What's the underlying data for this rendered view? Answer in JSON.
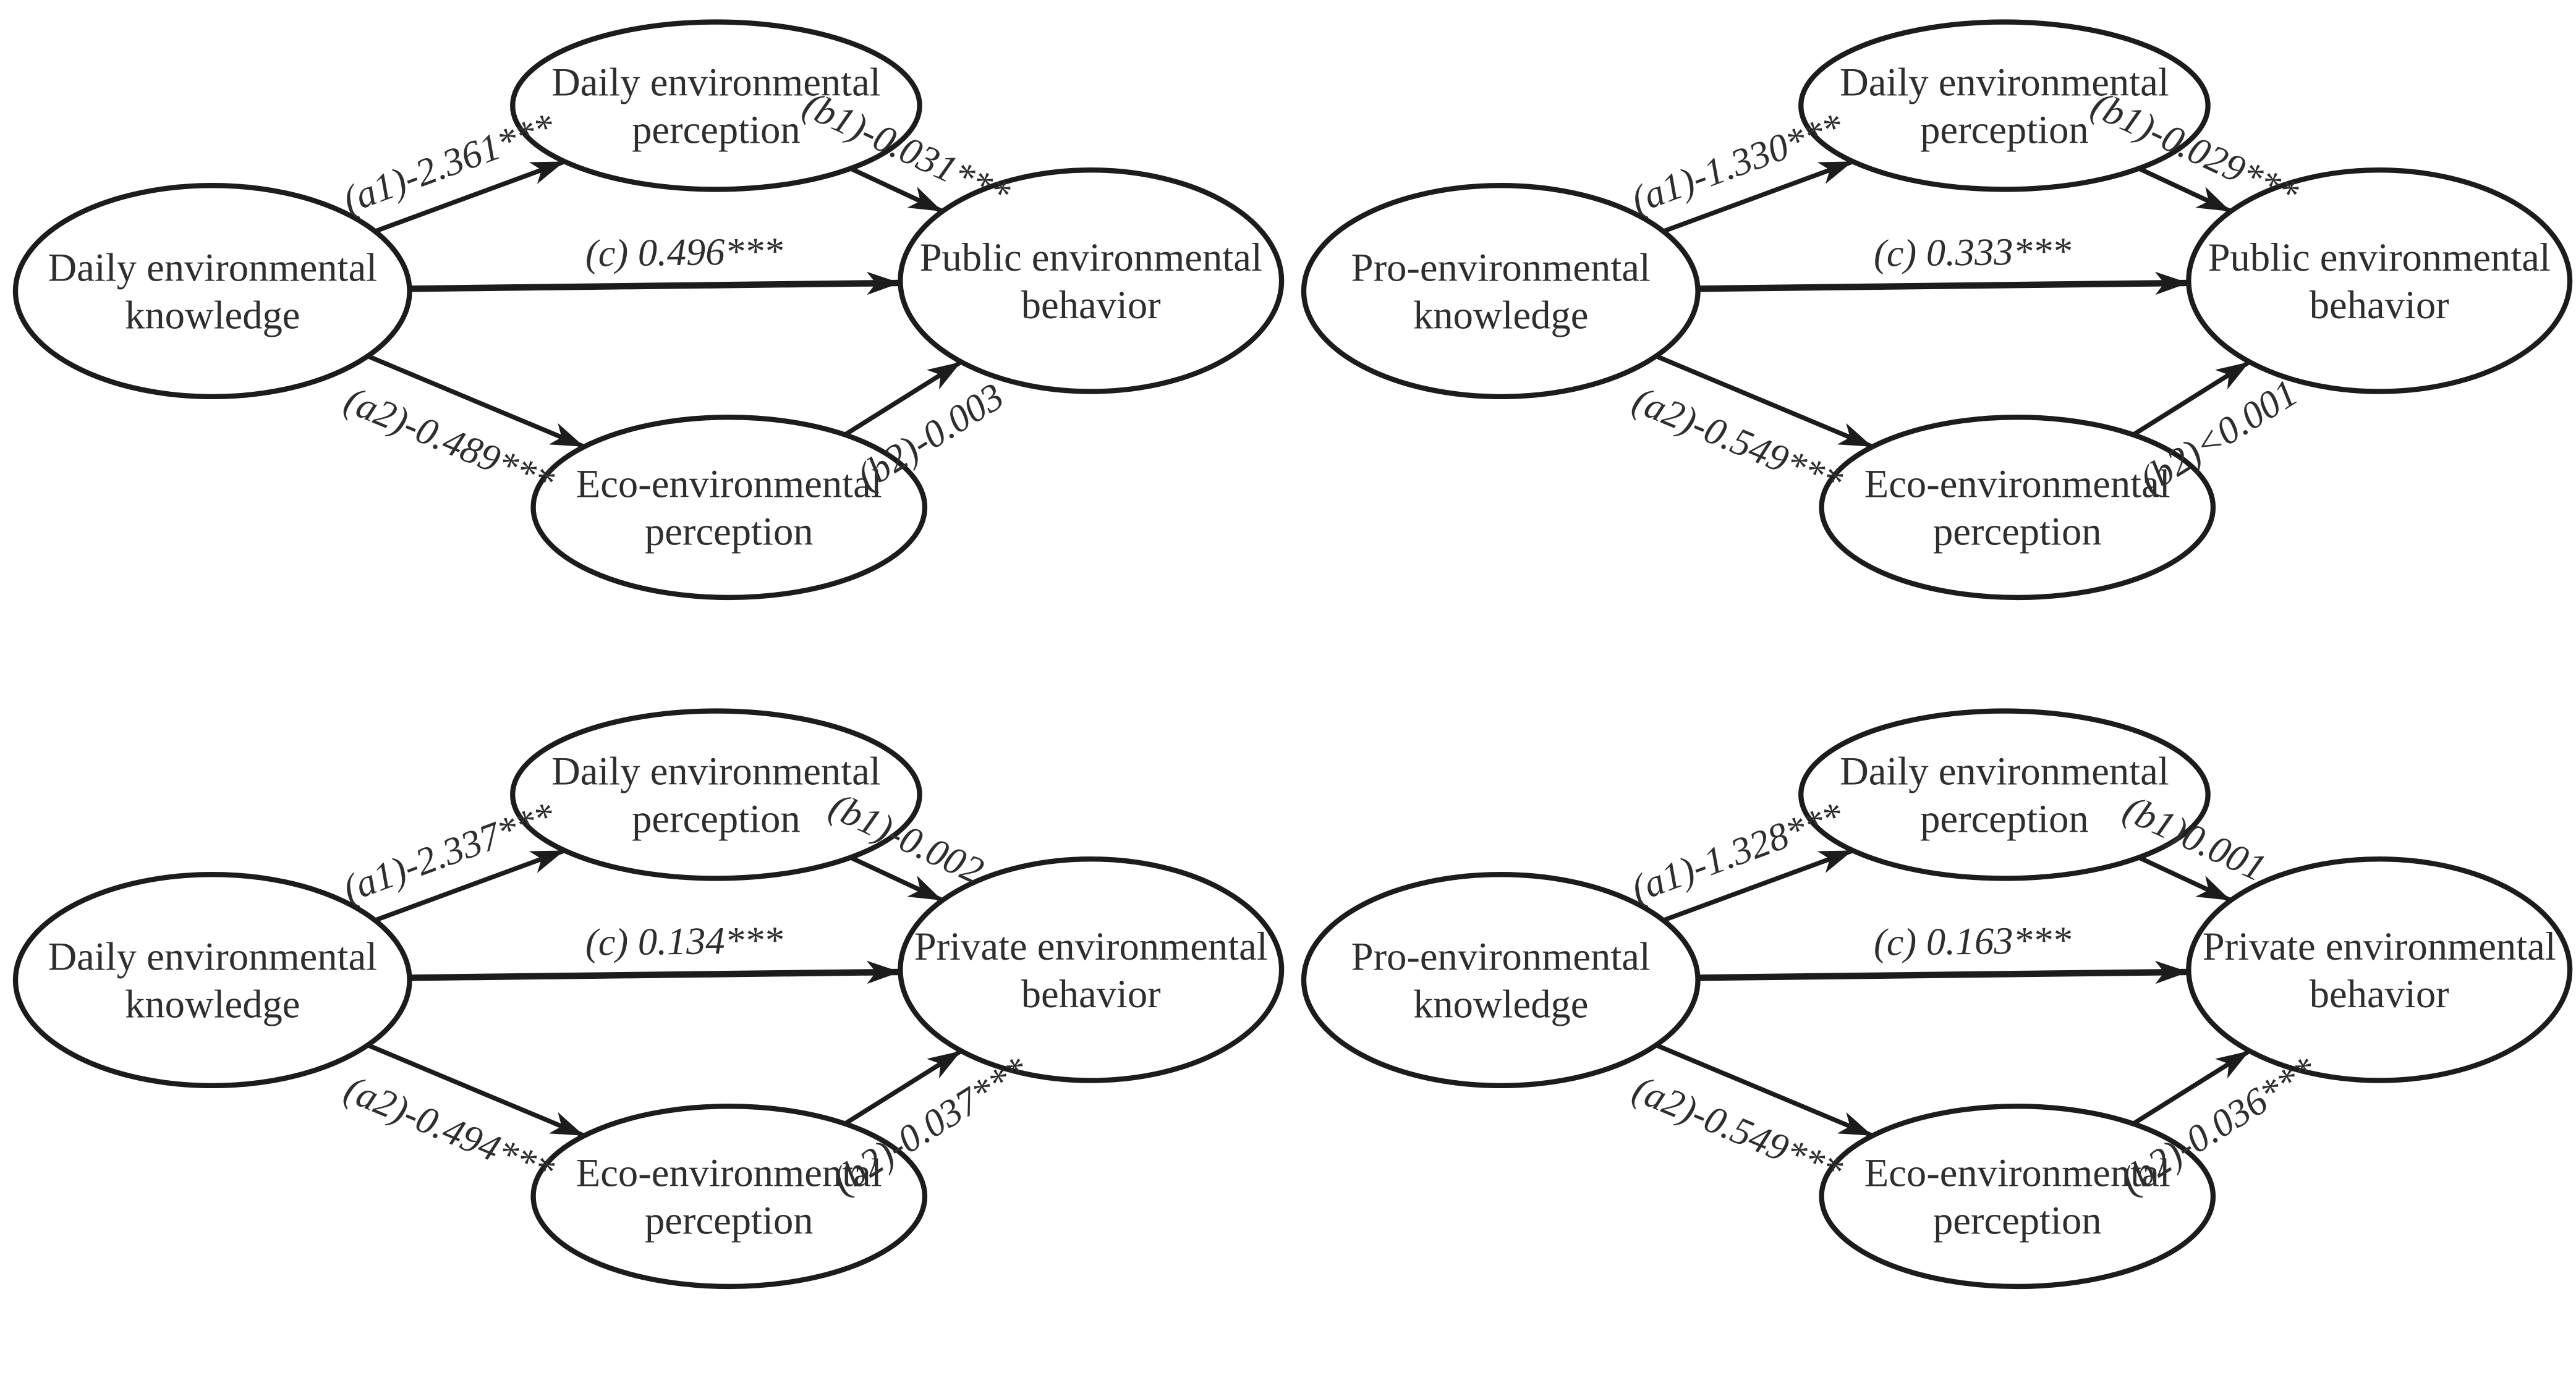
{
  "figure": {
    "kind": "mediation-path-model-grid",
    "colors": {
      "stroke": "#1c1c1c",
      "text": "#2e2e2e",
      "background": "#ffffff"
    },
    "node_roles": [
      "predictor",
      "mediator-top",
      "mediator-bottom",
      "outcome"
    ]
  },
  "diagram": {
    "models": [
      {
        "position": "top-left",
        "nodes": {
          "predictor": [
            "Daily environmental",
            "knowledge"
          ],
          "mtop": [
            "Daily environmental",
            "perception"
          ],
          "mbot": [
            "Eco-environmental",
            "perception"
          ],
          "outcome": [
            "Public environmental",
            "behavior"
          ]
        },
        "paths": {
          "a1": "(a1)-2.361***",
          "b1": "(b1)-0.031***",
          "c": "(c) 0.496***",
          "a2": "(a2)-0.489***",
          "b2": "(b2)-0.003"
        }
      },
      {
        "position": "top-right",
        "nodes": {
          "predictor": [
            "Pro-environmental",
            "knowledge"
          ],
          "mtop": [
            "Daily environmental",
            "perception"
          ],
          "mbot": [
            "Eco-environmental",
            "perception"
          ],
          "outcome": [
            "Public environmental",
            "behavior"
          ]
        },
        "paths": {
          "a1": "(a1)-1.330***",
          "b1": "(b1)-0.029***",
          "c": "(c) 0.333***",
          "a2": "(a2)-0.549***",
          "b2": "(b2)<0.001"
        }
      },
      {
        "position": "bottom-left",
        "nodes": {
          "predictor": [
            "Daily environmental",
            "knowledge"
          ],
          "mtop": [
            "Daily environmental",
            "perception"
          ],
          "mbot": [
            "Eco-environmental",
            "perception"
          ],
          "outcome": [
            "Private environmental",
            "behavior"
          ]
        },
        "paths": {
          "a1": "(a1)-2.337***",
          "b1": "(b1)-0.002",
          "c": "(c) 0.134***",
          "a2": "(a2)-0.494***",
          "b2": "(b2)-0.037***"
        }
      },
      {
        "position": "bottom-right",
        "nodes": {
          "predictor": [
            "Pro-environmental",
            "knowledge"
          ],
          "mtop": [
            "Daily environmental",
            "perception"
          ],
          "mbot": [
            "Eco-environmental",
            "perception"
          ],
          "outcome": [
            "Private environmental",
            "behavior"
          ]
        },
        "paths": {
          "a1": "(a1)-1.328***",
          "b1": "(b1)0.001",
          "c": "(c) 0.163***",
          "a2": "(a2)-0.549***",
          "b2": "(b2)-0.036***"
        }
      }
    ]
  }
}
